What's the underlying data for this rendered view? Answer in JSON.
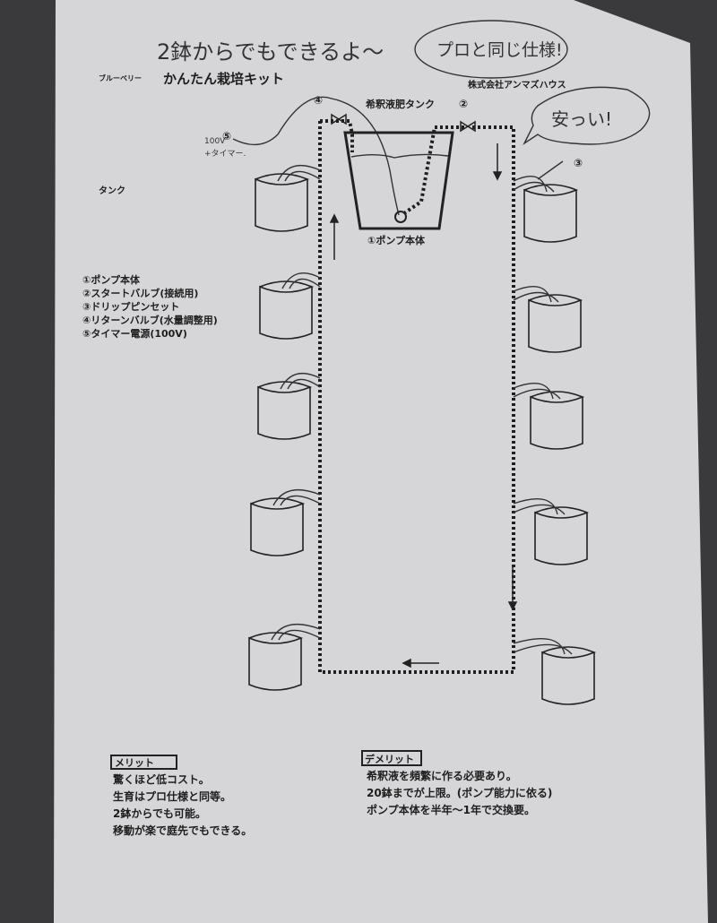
{
  "handwritten": {
    "top_note": "2鉢からでもできるよ〜",
    "bubble_pro": "プロと同じ仕様!",
    "bubble_cheap": "安っい!",
    "power_note_line1": "100V",
    "power_note_line2": "+タイマー."
  },
  "header": {
    "subtitle": "ブルーベリー",
    "title": "かんたん栽培キット",
    "company": "株式会社アンマズハウス"
  },
  "diagram": {
    "tank_label": "希釈液肥タンク",
    "pump_label": "①ポンプ本体",
    "left_label": "タンク",
    "marker_2": "②",
    "marker_3": "③",
    "marker_4": "④",
    "marker_5": "⑤"
  },
  "parts_list": [
    "①ポンプ本体",
    "②スタートバルブ(接続用)",
    "③ドリップピンセット",
    "④リターンバルブ(水量調整用)",
    "⑤タイマー電源(100V)"
  ],
  "merits": {
    "heading": "メリット",
    "items": [
      "驚くほど低コスト。",
      "生育はプロ仕様と同等。",
      "2鉢からでも可能。",
      "移動が楽で庭先でもできる。"
    ]
  },
  "demerits": {
    "heading": "デメリット",
    "items": [
      "希釈液を頻繁に作る必要あり。",
      "20鉢までが上限。(ポンプ能力に依る)",
      "ポンプ本体を半年〜1年で交換要。"
    ]
  }
}
